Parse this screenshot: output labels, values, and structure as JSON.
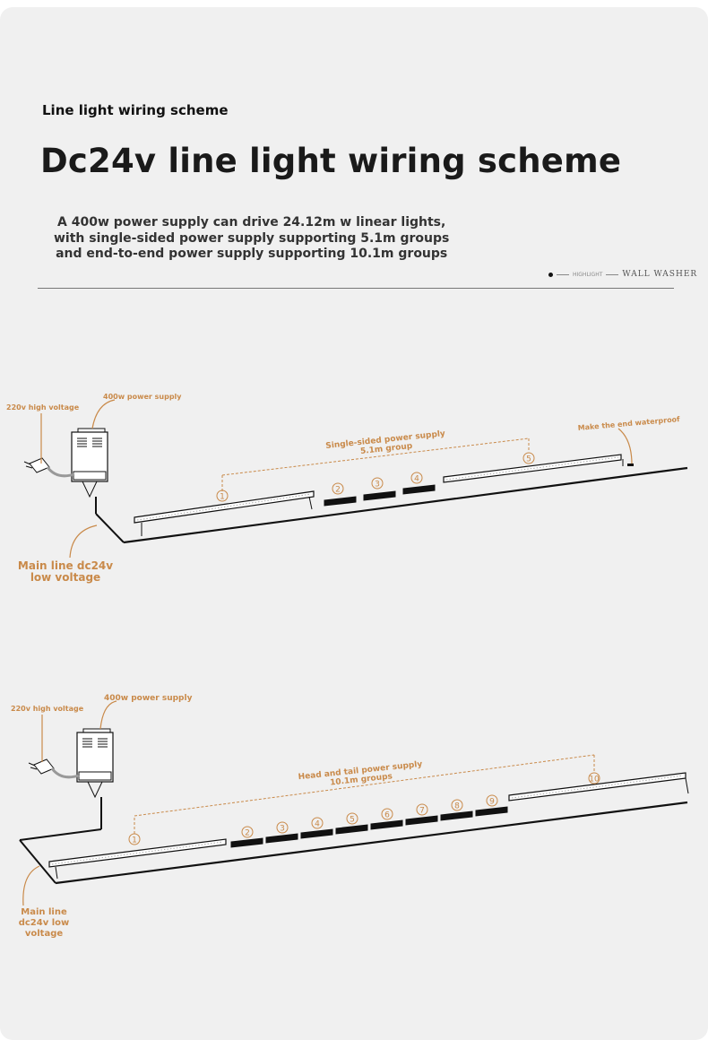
{
  "header": {
    "subtitle": "Line light wiring scheme",
    "title": "Dc24v line light wiring scheme",
    "description": [
      "A 400w power supply can drive 24.12m w linear lights,",
      "with single-sided power supply supporting 5.1m groups",
      "and end-to-end power supply supporting 10.1m groups"
    ],
    "tag_highlight": "HIGHLIGHT",
    "tag_product": "WALL WASHER"
  },
  "diagram1": {
    "high_voltage": "220v high voltage",
    "power_supply": "400w power supply",
    "group_label": [
      "Single-sided power supply",
      "5.1m group"
    ],
    "waterproof": "Make the end waterproof",
    "main_line": [
      "Main line dc24v",
      "low voltage"
    ],
    "numbers": [
      "①",
      "②",
      "③",
      "④",
      "⑤"
    ]
  },
  "diagram2": {
    "high_voltage": "220v high voltage",
    "power_supply": "400w power supply",
    "group_label": [
      "Head and tail power supply",
      "10.1m groups"
    ],
    "main_line": [
      "Main line",
      "dc24v low",
      "voltage"
    ],
    "numbers": [
      "①",
      "②",
      "③",
      "④",
      "⑤",
      "⑥",
      "⑦",
      "⑧",
      "⑨",
      "⑩"
    ]
  },
  "colors": {
    "accent": "#c98a4a",
    "text": "#1a1a1a",
    "background": "#f0f0f0"
  }
}
